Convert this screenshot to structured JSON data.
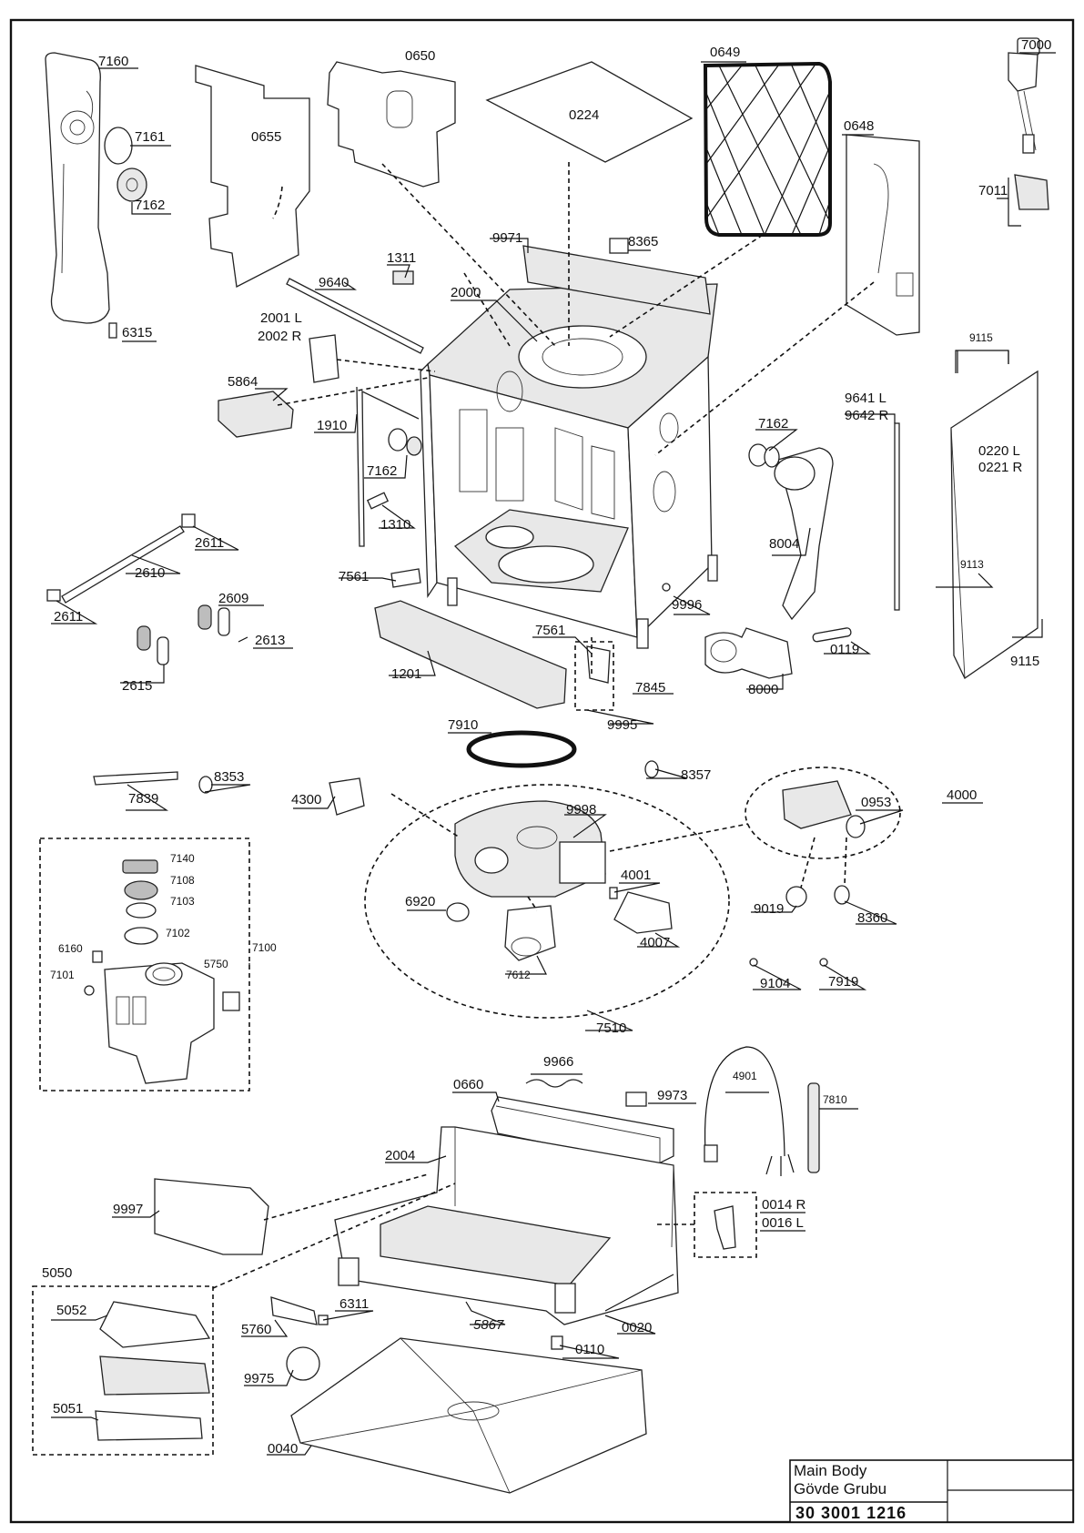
{
  "title_block": {
    "name_en": "Main Body",
    "name_tr": "Gövde Grubu",
    "code": "30 3001 1216"
  },
  "parts": [
    "7160",
    "7161",
    "7162",
    "6315",
    "0655",
    "0650",
    "0224",
    "0649",
    "7000",
    "7011",
    "0648",
    "9971",
    "8365",
    "1311",
    "9640",
    "2000",
    "2001 L",
    "2002 R",
    "5864",
    "1910",
    "7162",
    "1310",
    "9115",
    "0220 L",
    "0221 R",
    "9641 L",
    "9642 R",
    "7162",
    "8004",
    "9113",
    "9115",
    "2611",
    "2610",
    "2611",
    "2609",
    "2613",
    "2615",
    "7561",
    "1201",
    "7561",
    "7845",
    "9995",
    "9996",
    "0119",
    "8000",
    "7910",
    "8357",
    "8353",
    "7839",
    "4300",
    "9998",
    "0953",
    "4000",
    "7140",
    "7108",
    "7103",
    "7102",
    "6160",
    "7101",
    "5750",
    "7100",
    "6920",
    "4001",
    "4007",
    "7612",
    "9019",
    "8360",
    "9104",
    "7919",
    "7510",
    "9966",
    "0660",
    "9973",
    "4901",
    "7810",
    "2004",
    "9997",
    "0014 R",
    "0016 L",
    "5050",
    "5052",
    "5760",
    "6311",
    "5867",
    "0020",
    "0110",
    "9975",
    "5051",
    "0040"
  ]
}
